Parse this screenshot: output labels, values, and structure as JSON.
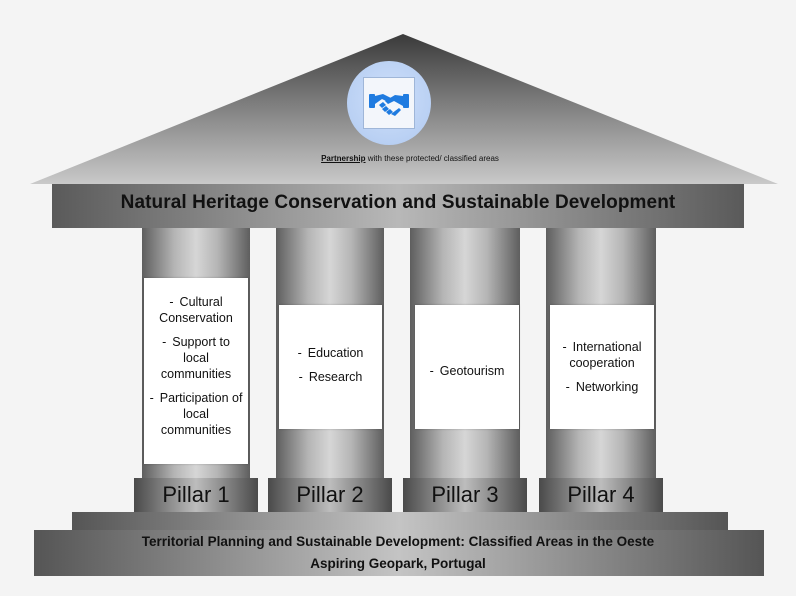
{
  "emblem": {
    "icon": "handshake-icon",
    "color": "#1f7be0"
  },
  "partnership": {
    "strong": "Partnership",
    "rest": " with these protected/ classified areas"
  },
  "banner": {
    "title": "Natural Heritage Conservation and Sustainable Development"
  },
  "pillars": [
    {
      "label": "Pillar 1",
      "items": [
        {
          "dash": "-",
          "text": "Cultural Conservation"
        },
        {
          "dash": "-",
          "text": "Support to local communities"
        },
        {
          "dash": "-",
          "text": "Participation of local communities"
        }
      ]
    },
    {
      "label": "Pillar 2",
      "items": [
        {
          "dash": "-",
          "text": "Education"
        },
        {
          "dash": "-",
          "text": "Research"
        }
      ]
    },
    {
      "label": "Pillar 3",
      "items": [
        {
          "dash": "-",
          "text": "Geotourism"
        }
      ]
    },
    {
      "label": "Pillar 4",
      "items": [
        {
          "dash": "-",
          "text": "International cooperation"
        },
        {
          "dash": "-",
          "text": "Networking"
        }
      ]
    }
  ],
  "base": {
    "line1": "Territorial Planning and Sustainable Development: Classified Areas in the Oeste",
    "line2": "Aspiring Geopark, Portugal"
  }
}
